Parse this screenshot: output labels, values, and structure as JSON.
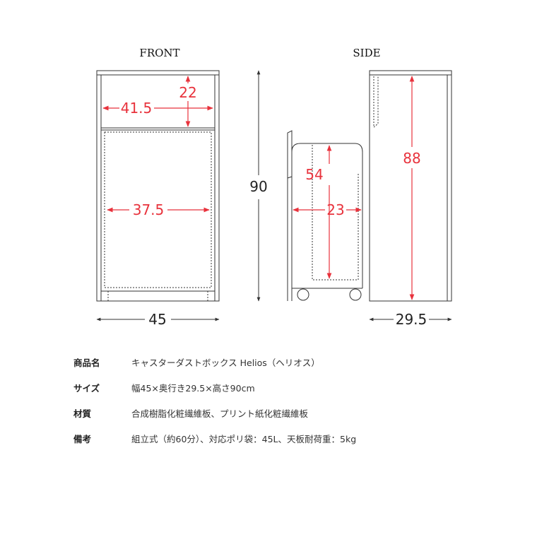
{
  "colors": {
    "dimension_red": "#e8323c",
    "line": "#333333"
  },
  "views": {
    "front_title": "FRONT",
    "side_title": "SIDE"
  },
  "dimensions": {
    "front_inner_width": "41.5",
    "front_top_height": "22",
    "front_door_width": "37.5",
    "front_total_width": "45",
    "total_height": "90",
    "bin_height": "54",
    "bin_depth": "23",
    "side_height": "88",
    "side_total_depth": "29.5"
  },
  "specs": [
    {
      "label": "商品名",
      "value": "キャスターダストボックス Helios（ヘリオス）"
    },
    {
      "label": "サイズ",
      "value": "幅45×奥行き29.5×高さ90cm"
    },
    {
      "label": "材質",
      "value": "合成樹脂化粧繊維板、プリント紙化粧繊維板"
    },
    {
      "label": "備考",
      "value": "組立式（約60分）、対応ポリ袋：45L、天板耐荷重：5kg"
    }
  ]
}
